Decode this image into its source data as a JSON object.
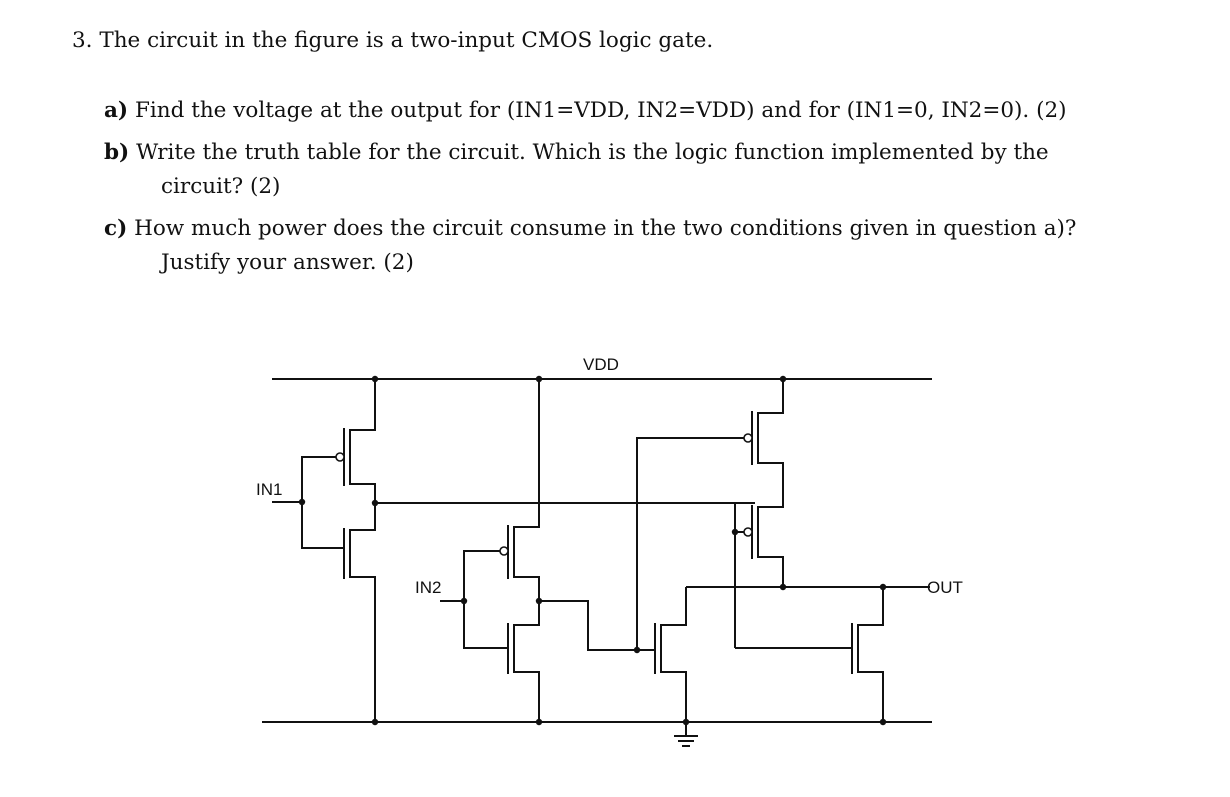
{
  "question": {
    "number": "3.",
    "intro": "The circuit in the figure is a two-input CMOS logic gate.",
    "parts": [
      {
        "label": "a)",
        "text": "Find the voltage at the output for (IN1=VDD, IN2=VDD) and for (IN1=0, IN2=0). (2)"
      },
      {
        "label": "b)",
        "text": "Write the truth table for the circuit. Which is the logic function implemented by the",
        "cont": "circuit? (2)"
      },
      {
        "label": "c)",
        "text": "How much power does the circuit consume in the two conditions given in question a)?",
        "cont": "Justify your answer. (2)"
      }
    ]
  },
  "circuit": {
    "supply_label": "VDD",
    "input1_label": "IN1",
    "input2_label": "IN2",
    "output_label": "OUT",
    "ground_symbol": "ground-icon"
  }
}
